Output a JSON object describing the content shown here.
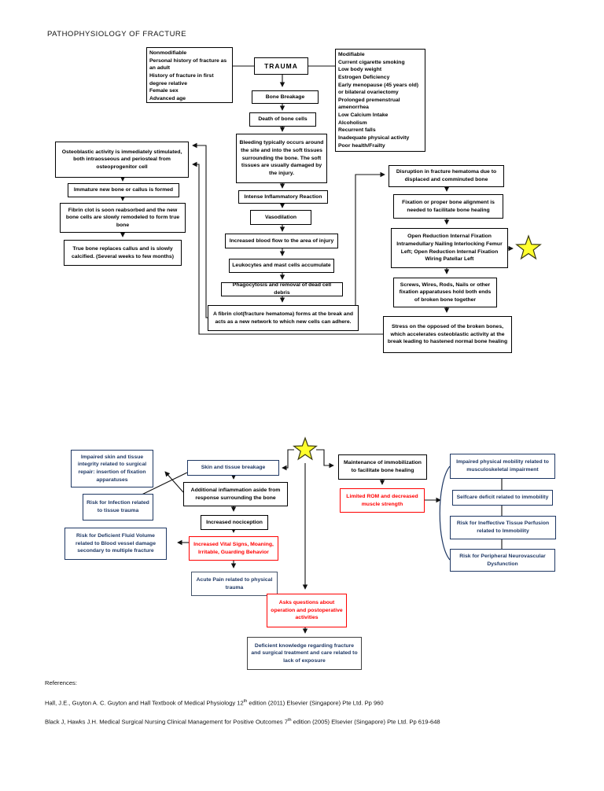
{
  "page": {
    "title": "PATHOPHYSIOLOGY OF FRACTURE"
  },
  "colors": {
    "accent_red": "#FF0000",
    "navy_text": "#1F3864",
    "gray_blue_border": "#44546A",
    "star_yellow": "#FFFF2E",
    "line": "#111111"
  },
  "nodes": {
    "nonmodifiable": "Nonmodifiable\nPersonal history of fracture as an adult\nHistory of fracture in first degree relative\nFemale sex\nAdvanced age",
    "trauma": "TRAUMA",
    "modifiable": "Modifiable\nCurrent cigarette smoking\nLow body weight\nEstrogen Deficiency\nEarly menopause (45 years old) or bilateral ovariectomy\nProlonged premenstrual amenorrhea\nLow Calcium Intake\nAlcoholism\nRecurrent falls\nInadequate physical activity\nPoor health/Frailty",
    "bone_breakage": "Bone Breakage",
    "death_of_bone_cells": "Death of bone cells",
    "bleeding": "Bleeding typically occurs around the site and into the soft tissues surrounding the bone. The soft tissues are usually damaged by the injury.",
    "inflammatory_reaction": "Intense Inflammatory Reaction",
    "vasodilation": "Vasodilation",
    "blood_flow": "Increased blood flow to the area of injury",
    "leukocytes": "Leukocytes and mast cells accumulate",
    "phagocytosis": "Phagocytosis and removal of dead cell debris",
    "fibrin_clot": "A fibrin clot(fracture hematoma) forms at the break and acts as a new network to which new cells can adhere.",
    "osteoblastic": "Osteoblastic activity is immediately stimulated, both intraosseous and periosteal from osteoprogenitor cell",
    "immature_bone": "Immature new bone or callus is formed",
    "fibrin_reabsorbed": "Fibrin clot is soon reabsorbed and the new bone cells are slowly remodeled to form true bone",
    "true_bone": "True bone replaces callus and is slowly calcified. (Several weeks to few months)",
    "disruption": "Disruption in fracture hematoma due to displaced and comminuted bone",
    "fixation_needed": "Fixation or proper bone alignment is needed to facilitate bone healing",
    "open_reduction": "Open Reduction Internal Fixation Intramedullary Nailing Interlocking Femur Left; Open Reduction Internal Fixation Wiring Patellar Left",
    "fixation_apparatus": "Screws, Wires, Rods, Nails or other fixation apparatuses  hold both ends of broken bone together",
    "stress_opposed": "Stress on the opposed of the broken bones, which accelerates osteoblastic activity at the break leading to hastened normal bone healing",
    "impaired_skin": "Impaired skin and tissue integrity related to surgical repair: insertion of fixation apparatuses",
    "risk_infection": "Risk for Infection related to tissue trauma",
    "risk_fluid": "Risk for Deficient Fluid Volume related to Blood vessel damage secondary to multiple fracture",
    "skin_breakage": "Skin and tissue breakage",
    "additional_inflammation": "Additional inflammation aside from response surrounding the bone",
    "nociception": "Increased nociception",
    "vital_signs": "Increased Vital Signs, Moaning, Irritable, Guarding Behavior",
    "acute_pain": "Acute Pain related to physical trauma",
    "maintenance": "Maintenance of immobilization to facilitate bone healing",
    "limited_rom": "Limited ROM and decreased muscle strength",
    "impaired_mobility": "Impaired physical mobility related to musculoskeletal impairment",
    "selfcare_deficit": "Selfcare deficit related to immobility",
    "risk_perfusion": "Risk for Ineffective Tissue Perfusion related to Immobility",
    "risk_neurovascular": "Risk for Peripheral Neurovascular Dysfunction",
    "asks_questions": "Asks questions about operation and postoperative activities",
    "deficient_knowledge": "Deficient knowledge regarding fracture and surgical treatment and care related to lack of exposure"
  },
  "references": {
    "heading": "References:",
    "items": [
      {
        "pre": "Hall, J.E.,  Guyton A. C. Guyton and Hall Textbook of Medical Physiology 12",
        "sup": "th",
        "post": " edition (2011) Elsevier (Singapore) Pte Ltd. Pp 960"
      },
      {
        "pre": "Black J, Hawks J.H. Medical Surgical Nursing Clinical Management for Positive Outcomes 7",
        "sup": "th",
        "post": " edition (2005) Elsevier (Singapore) Pte Ltd. Pp 619-648"
      }
    ]
  }
}
